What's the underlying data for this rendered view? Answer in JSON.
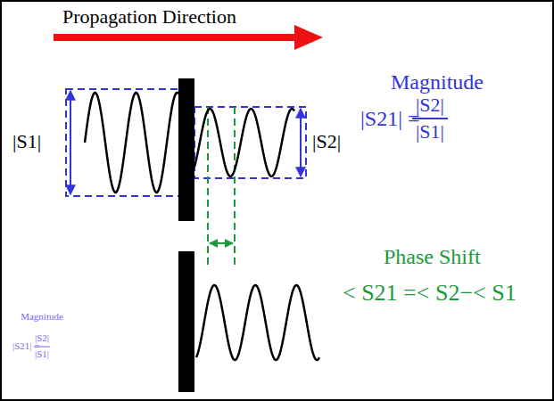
{
  "diagram": {
    "labels": [
      "Propagation Direction",
      "|S1|",
      "|S2|",
      "Magnitude",
      "|S21| =",
      "|S2|",
      "|S1|",
      "Magnitude",
      "|S21| =",
      "|S2|",
      "|S1|",
      "Phase Shift",
      "< S21 =< S2−< S1"
    ]
  }
}
